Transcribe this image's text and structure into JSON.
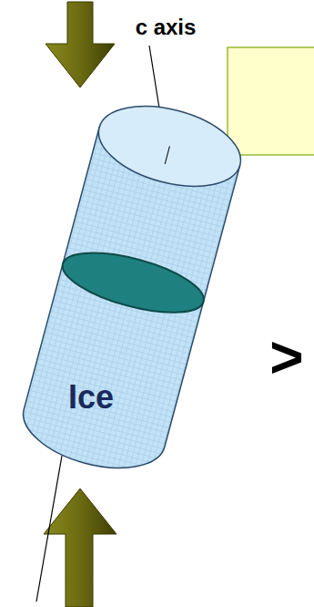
{
  "diagram": {
    "nodes": [
      {
        "text": [
          "Ice"
        ]
      }
    ],
    "labels": [
      "c axis",
      ">"
    ]
  }
}
